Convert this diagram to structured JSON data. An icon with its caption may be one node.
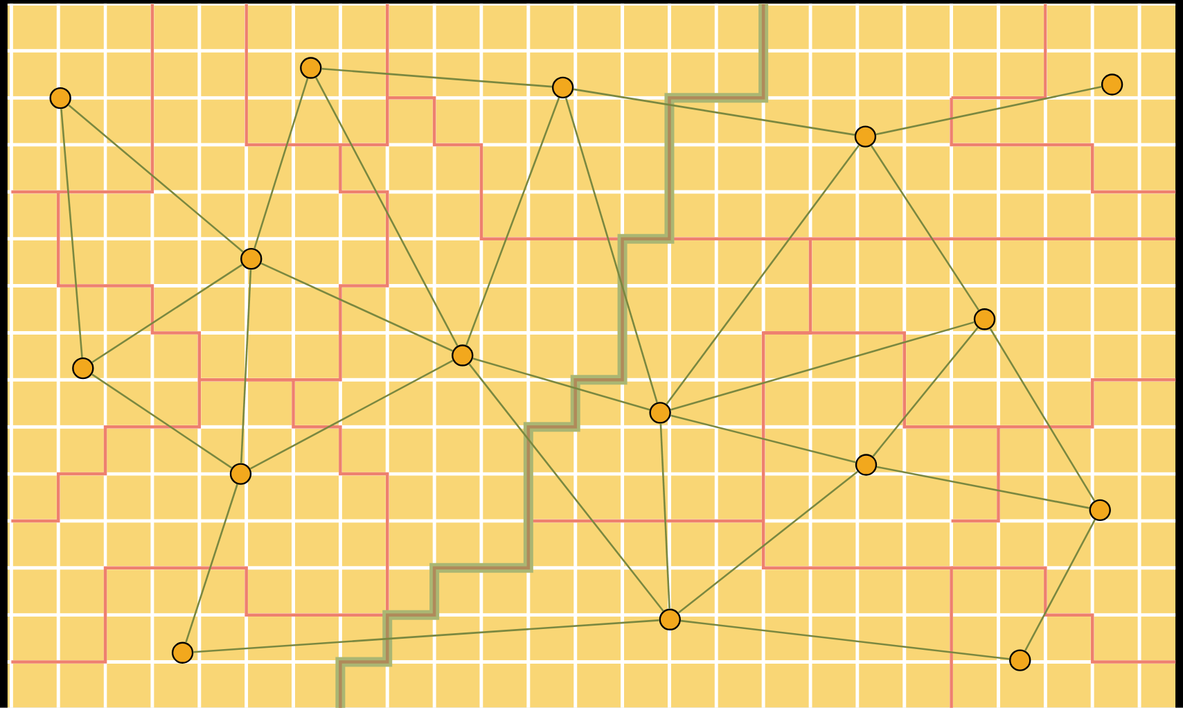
{
  "diagram": {
    "nodes": [
      {
        "text": [],
        "shape": "circle"
      },
      {
        "text": [],
        "shape": "circle"
      },
      {
        "text": [],
        "shape": "circle"
      },
      {
        "text": [],
        "shape": "circle"
      },
      {
        "text": [],
        "shape": "circle"
      },
      {
        "text": [],
        "shape": "circle"
      },
      {
        "text": [],
        "shape": "circle"
      },
      {
        "text": [],
        "shape": "circle"
      },
      {
        "text": [],
        "shape": "circle"
      },
      {
        "text": [],
        "shape": "circle"
      },
      {
        "text": [],
        "shape": "circle"
      },
      {
        "text": [],
        "shape": "circle"
      },
      {
        "text": [],
        "shape": "circle"
      },
      {
        "text": [],
        "shape": "circle"
      },
      {
        "text": [],
        "shape": "circle"
      },
      {
        "text": [],
        "shape": "circle"
      }
    ],
    "edges": [
      {
        "from": 0,
        "to": 5,
        "arrow": "none"
      },
      {
        "from": 0,
        "to": 6,
        "arrow": "none"
      },
      {
        "from": 1,
        "to": 5,
        "arrow": "none"
      },
      {
        "from": 1,
        "to": 7,
        "arrow": "none"
      },
      {
        "from": 1,
        "to": 2,
        "arrow": "none"
      },
      {
        "from": 2,
        "to": 3,
        "arrow": "none"
      },
      {
        "from": 2,
        "to": 7,
        "arrow": "none"
      },
      {
        "from": 2,
        "to": 8,
        "arrow": "none"
      },
      {
        "from": 3,
        "to": 4,
        "arrow": "none"
      },
      {
        "from": 3,
        "to": 8,
        "arrow": "none"
      },
      {
        "from": 3,
        "to": 9,
        "arrow": "none"
      },
      {
        "from": 5,
        "to": 6,
        "arrow": "none"
      },
      {
        "from": 5,
        "to": 10,
        "arrow": "none"
      },
      {
        "from": 5,
        "to": 7,
        "arrow": "none"
      },
      {
        "from": 6,
        "to": 10,
        "arrow": "none"
      },
      {
        "from": 7,
        "to": 10,
        "arrow": "none"
      },
      {
        "from": 7,
        "to": 8,
        "arrow": "none"
      },
      {
        "from": 7,
        "to": 14,
        "arrow": "none"
      },
      {
        "from": 8,
        "to": 9,
        "arrow": "none"
      },
      {
        "from": 8,
        "to": 11,
        "arrow": "none"
      },
      {
        "from": 8,
        "to": 14,
        "arrow": "none"
      },
      {
        "from": 9,
        "to": 11,
        "arrow": "none"
      },
      {
        "from": 9,
        "to": 12,
        "arrow": "none"
      },
      {
        "from": 11,
        "to": 12,
        "arrow": "none"
      },
      {
        "from": 11,
        "to": 14,
        "arrow": "none"
      },
      {
        "from": 10,
        "to": 13,
        "arrow": "none"
      },
      {
        "from": 13,
        "to": 14,
        "arrow": "none"
      },
      {
        "from": 14,
        "to": 15,
        "arrow": "none"
      },
      {
        "from": 12,
        "to": 15,
        "arrow": "none"
      }
    ]
  }
}
